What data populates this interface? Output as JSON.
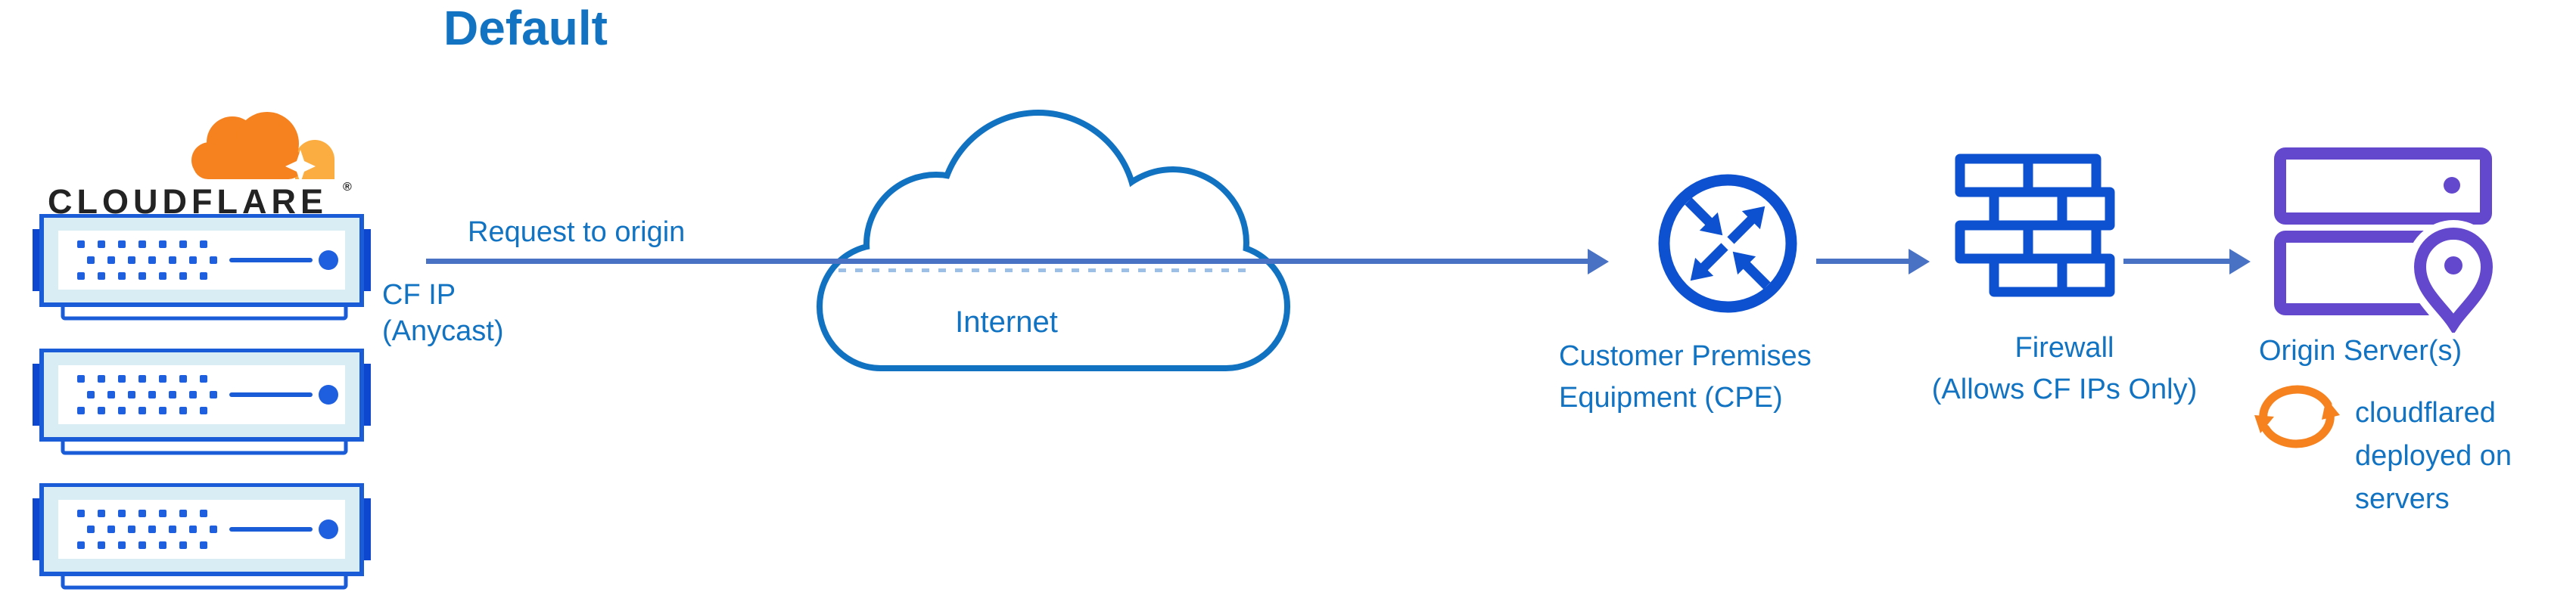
{
  "title": "Default",
  "logo": {
    "wordmark": "CLOUDFLARE",
    "registered": "®"
  },
  "labels": {
    "request": "Request to origin",
    "cf_ip": "CF IP\n(Anycast)",
    "internet": "Internet",
    "cpe": "Customer Premises\nEquipment (CPE)",
    "firewall": "Firewall\n(Allows CF IPs Only)",
    "origin": "Origin Server(s)",
    "cloudflared": "cloudflared\ndeployed on\nservers"
  },
  "icons": {
    "cloudflare-logo-cloud-icon": "orange two-tone cloud with sparkle",
    "cloudflare-server-icon": "blue rack server (x3)",
    "internet-cloud-icon": "blue outline cloud",
    "cpe-router-icon": "circle with four crossing arrows",
    "firewall-icon": "blue brick wall",
    "origin-server-icon": "purple stacked servers with location pin",
    "cloudflared-sync-icon": "orange circular sync arrows",
    "flow-arrow": "right-pointing connector arrow (x3)"
  },
  "colors": {
    "label-blue": "#1173c2",
    "arrow-blue": "#4a72c4",
    "dash-blue": "#9dbfe6",
    "cloud-blue": "#1272c2",
    "icon-blue": "#0d51d0",
    "server-blue": "#1a5cd8",
    "server-dot": "#1e5fe0",
    "server-tab": "#0d47cf",
    "server-bezel": "#d9edf4",
    "purple": "#6348ce",
    "orange": "#f6821f",
    "orange-light": "#fbad41",
    "wordmark-black": "#232323"
  }
}
